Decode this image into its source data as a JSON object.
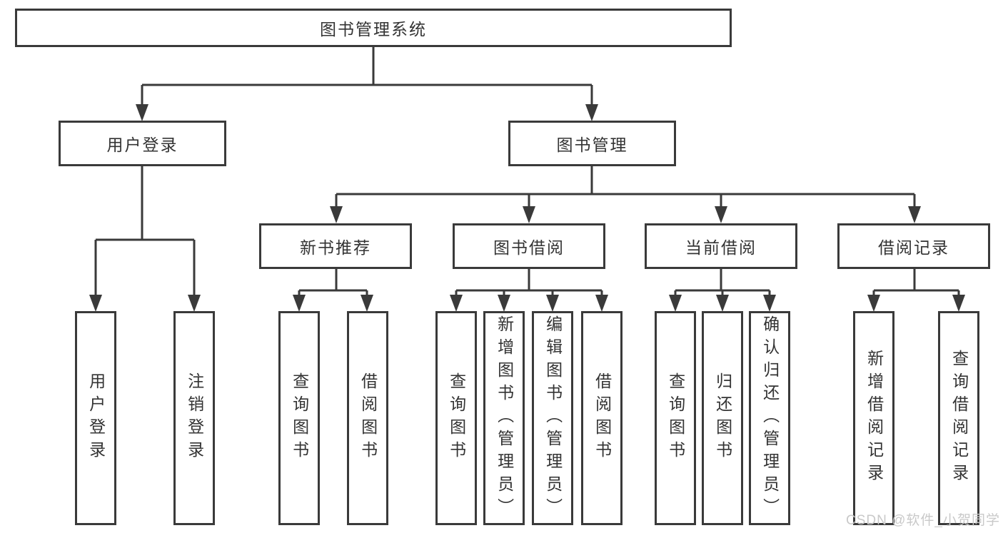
{
  "tree": {
    "root": {
      "label": "图书管理系统"
    },
    "branches": [
      {
        "label": "用户登录",
        "children": [
          {
            "label": "用户登录"
          },
          {
            "label": "注销登录"
          }
        ]
      },
      {
        "label": "图书管理",
        "children": [
          {
            "label": "新书推荐",
            "children": [
              {
                "label": "查询图书"
              },
              {
                "label": "借阅图书"
              }
            ]
          },
          {
            "label": "图书借阅",
            "children": [
              {
                "label": "查询图书"
              },
              {
                "label": "新增图书（管理员）"
              },
              {
                "label": "编辑图书（管理员）"
              },
              {
                "label": "借阅图书"
              }
            ]
          },
          {
            "label": "当前借阅",
            "children": [
              {
                "label": "查询图书"
              },
              {
                "label": "归还图书"
              },
              {
                "label": "确认归还（管理员）"
              }
            ]
          },
          {
            "label": "借阅记录",
            "children": [
              {
                "label": "新增借阅记录"
              },
              {
                "label": "查询借阅记录"
              }
            ]
          }
        ]
      }
    ]
  },
  "watermark": {
    "text": "CSDN @软件_小贺同学"
  },
  "colors": {
    "line": "#3a3a3a",
    "text": "#333333",
    "background": "#ffffff",
    "watermark": "#c9c9c9"
  }
}
